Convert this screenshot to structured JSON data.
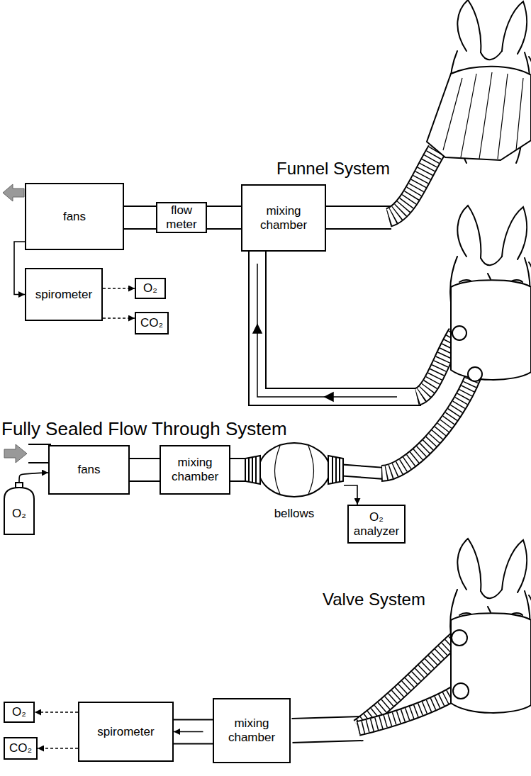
{
  "diagram": {
    "nodes": [
      {
        "text": [
          "fans"
        ]
      },
      {
        "text": [
          "flow meter"
        ]
      },
      {
        "text": [
          "mixing chamber"
        ]
      },
      {
        "text": [
          "spirometer"
        ]
      },
      {
        "text": [
          "O₂"
        ]
      },
      {
        "text": [
          "CO₂"
        ]
      },
      {
        "text": [
          "O₂"
        ]
      },
      {
        "text": [
          "fans"
        ]
      },
      {
        "text": [
          "mixing chamber"
        ]
      },
      {
        "text": [
          "bellows"
        ]
      },
      {
        "text": [
          "O₂ analyzer"
        ]
      },
      {
        "text": [
          "O₂"
        ]
      },
      {
        "text": [
          "CO₂"
        ]
      },
      {
        "text": [
          "spirometer"
        ]
      },
      {
        "text": [
          "mixing chamber"
        ]
      }
    ],
    "edges": [
      {
        "from": 0,
        "to": 1,
        "arrow": "none"
      },
      {
        "from": 1,
        "to": 2,
        "arrow": "none"
      },
      {
        "from": 0,
        "to": 3,
        "arrow": "to"
      },
      {
        "from": 3,
        "to": 4,
        "arrow": "to"
      },
      {
        "from": 3,
        "to": 5,
        "arrow": "to"
      },
      {
        "from": 6,
        "to": 7,
        "arrow": "to"
      },
      {
        "from": 7,
        "to": 8,
        "arrow": "none"
      },
      {
        "from": 8,
        "to": 9,
        "arrow": "none"
      },
      {
        "from": 9,
        "to": 10,
        "arrow": "to"
      },
      {
        "from": 14,
        "to": 13,
        "arrow": "to"
      },
      {
        "from": 13,
        "to": 11,
        "arrow": "to"
      },
      {
        "from": 13,
        "to": 12,
        "arrow": "to"
      }
    ],
    "labels": [
      "Funnel System",
      "Fully Sealed Flow Through System",
      "Valve System"
    ]
  }
}
